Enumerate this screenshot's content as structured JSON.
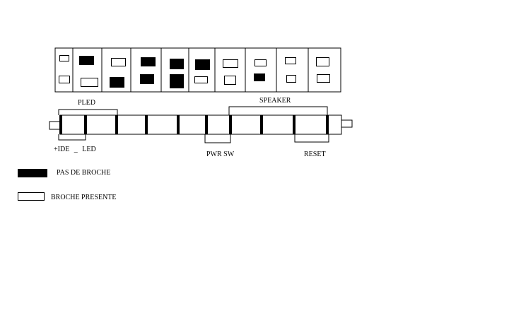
{
  "labels": {
    "pled": "PLED",
    "speaker": "SPEAKER",
    "ide_led": "+IDE _ LED",
    "pwr_sw": "PWR SW",
    "reset": "RESET"
  },
  "legend": [
    {
      "type": "filled",
      "label": "PAS DE BROCHE"
    },
    {
      "type": "hollow",
      "label": "BROCHE PRESENTE"
    }
  ],
  "pin_grid": {
    "top_row": [
      "present",
      "absent",
      "present",
      "absent",
      "absent",
      "absent",
      "present",
      "present",
      "present",
      "present"
    ],
    "bottom_row": [
      "present",
      "present",
      "absent",
      "absent",
      "absent",
      "present",
      "present",
      "absent",
      "present",
      "present"
    ]
  },
  "colors": {
    "ink": "#000000",
    "background": "#ffffff"
  }
}
